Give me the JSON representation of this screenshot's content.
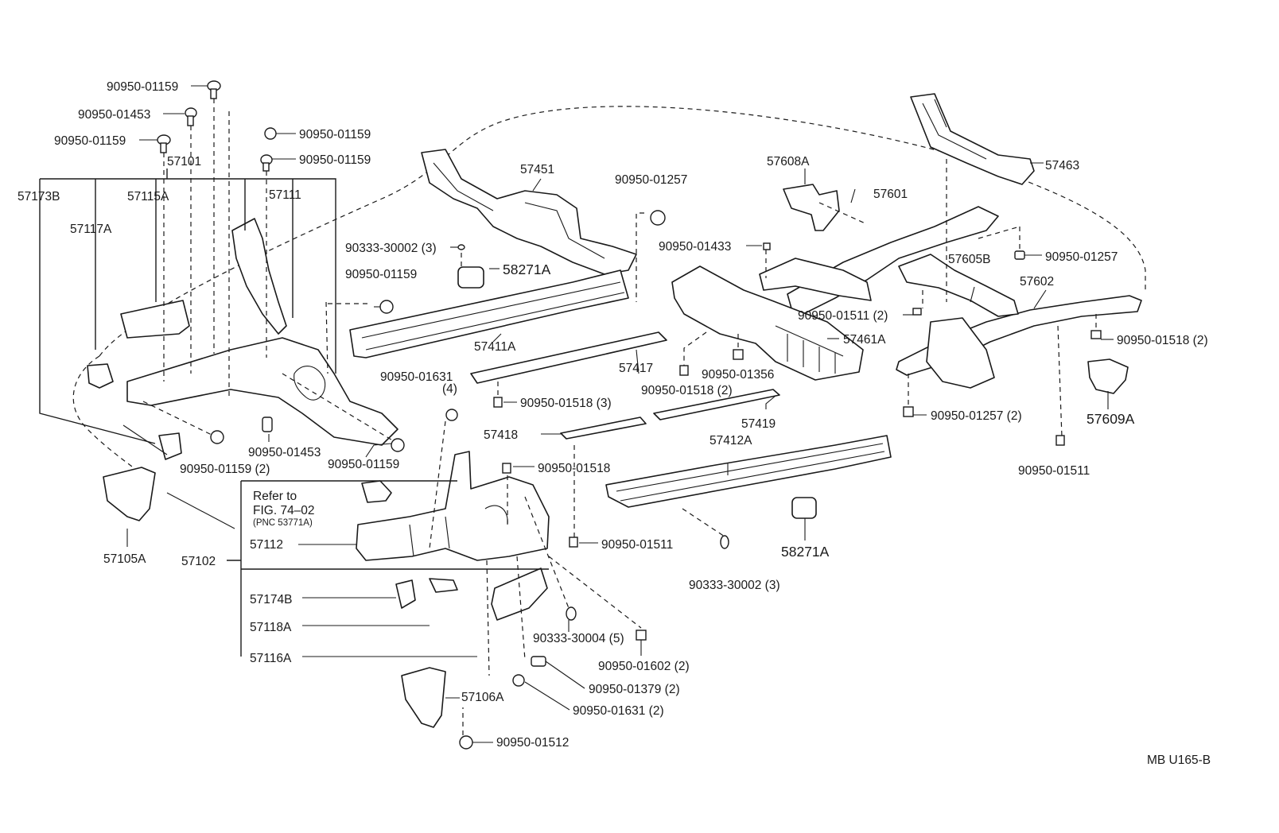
{
  "figure_code": "MB  U165-B",
  "labels": {
    "p_90950_01159_a": "90950-01159",
    "p_90950_01453_a": "90950-01453",
    "p_90950_01159_b": "90950-01159",
    "p_90950_01159_c": "90950-01159",
    "p_90950_01159_d": "90950-01159",
    "p_57101": "57101",
    "p_57173b": "57173B",
    "p_57115a": "57115A",
    "p_57111": "57111",
    "p_57117a": "57117A",
    "p_57451": "57451",
    "p_90950_01257_a": "90950-01257",
    "p_57608a": "57608A",
    "p_57601": "57601",
    "p_57463": "57463",
    "p_90333_30002_a": "90333-30002 (3)",
    "p_58271a_a": "58271A",
    "p_90950_01159_e": "90950-01159",
    "p_90950_01433": "90950-01433",
    "p_90950_01257_b": "90950-01257",
    "p_57605b": "57605B",
    "p_57602": "57602",
    "p_90950_01511_a": "90950-01511 (2)",
    "p_57411a": "57411A",
    "p_57461a": "57461A",
    "p_90950_01518_a": "90950-01518 (2)",
    "p_57417": "57417",
    "p_90950_01356": "90950-01356",
    "p_90950_01631_a": "90950-01631",
    "p_90950_01631_a_qty": "(4)",
    "p_90950_01518_b": "90950-01518 (3)",
    "p_90950_01518_c": "90950-01518 (2)",
    "p_57419": "57419",
    "p_90950_01257_c": "90950-01257 (2)",
    "p_57609a": "57609A",
    "p_90950_01159_f": "90950-01159 (2)",
    "p_90950_01453_b": "90950-01453",
    "p_90950_01159_g": "90950-01159",
    "p_57418": "57418",
    "p_57412a": "57412A",
    "p_90950_01518_d": "90950-01518",
    "p_90950_01511_b": "90950-01511",
    "ref_line1": "Refer to",
    "ref_line2": "FIG. 74–02",
    "ref_line3": "(PNC 53771A)",
    "p_57112": "57112",
    "p_57102": "57102",
    "p_57105a": "57105A",
    "p_90950_01511_c": "90950-01511",
    "p_58271a_b": "58271A",
    "p_90333_30002_b": "90333-30002 (3)",
    "p_57174b": "57174B",
    "p_57118a": "57118A",
    "p_90333_30004": "90333-30004 (5)",
    "p_90950_01602": "90950-01602 (2)",
    "p_57116a": "57116A",
    "p_90950_01379": "90950-01379 (2)",
    "p_57106a": "57106A",
    "p_90950_01631_b": "90950-01631 (2)",
    "p_90950_01512": "90950-01512"
  }
}
